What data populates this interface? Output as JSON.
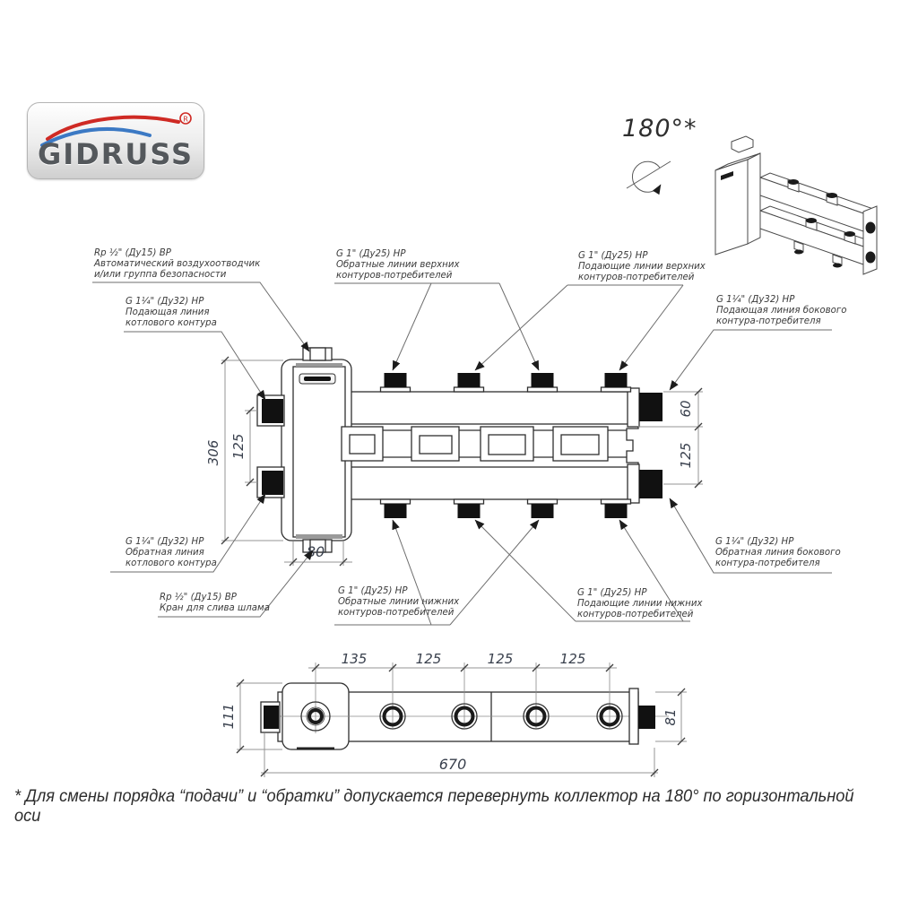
{
  "logo": {
    "brand": "GIDRUSS",
    "registered": "®"
  },
  "rotation": {
    "label": "180°*"
  },
  "callouts": {
    "air_vent": {
      "spec": "Rp ½\" (Ду15) ВР",
      "line2": "Автоматический воздухоотводчик",
      "line3": "и/или группа безопасности"
    },
    "boiler_supply": {
      "spec": "G 1¼\" (Ду32) НР",
      "line2": "Подающая линия",
      "line3": "котлового контура"
    },
    "upper_return": {
      "spec": "G 1\" (Ду25) НР",
      "line2": "Обратные линии верхних",
      "line3": "контуров-потребителей"
    },
    "upper_supply": {
      "spec": "G 1\" (Ду25) НР",
      "line2": "Подающие линии верхних",
      "line3": "контуров-потребителей"
    },
    "side_supply": {
      "spec": "G 1¼\" (Ду32) НР",
      "line2": "Подающая линия бокового",
      "line3": "контура-потребителя"
    },
    "boiler_return": {
      "spec": "G 1¼\" (Ду32) НР",
      "line2": "Обратная линия",
      "line3": "котлового контура"
    },
    "drain_valve": {
      "spec": "Rp ½\" (Ду15) ВР",
      "line2": "Кран для слива шлама"
    },
    "lower_return": {
      "spec": "G 1\" (Ду25) НР",
      "line2": "Обратные линии нижних",
      "line3": "контуров-потребителей"
    },
    "lower_supply": {
      "spec": "G 1\" (Ду25) НР",
      "line2": "Подающие линии нижних",
      "line3": "контуров-потребителей"
    },
    "side_return": {
      "spec": "G 1¼\" (Ду32) НР",
      "line2": "Обратная линия бокового",
      "line3": "контура-потребителя"
    }
  },
  "dimensions": {
    "front": {
      "overall_height": "306",
      "left_port_spacing": "125",
      "right_top_offset": "60",
      "right_port_spacing": "125",
      "body_depth": "80"
    },
    "bottom": {
      "first_port_offset": "135",
      "port_spacing_2": "125",
      "port_spacing_3": "125",
      "port_spacing_4": "125",
      "overall_length": "670",
      "body_width": "111",
      "beam_width": "81"
    }
  },
  "footnote": "* Для смены порядка “подачи” и “обратки” допускается перевернуть коллектор на 180° по горизонтальной оси",
  "colors": {
    "drawing_line": "#2f2f2f",
    "dimension_line": "#949494",
    "dimension_text": "#39404d",
    "port_fill": "#111111",
    "logo_text": "#54585c",
    "logo_red": "#cf2a24",
    "logo_blue": "#3b79c4"
  }
}
